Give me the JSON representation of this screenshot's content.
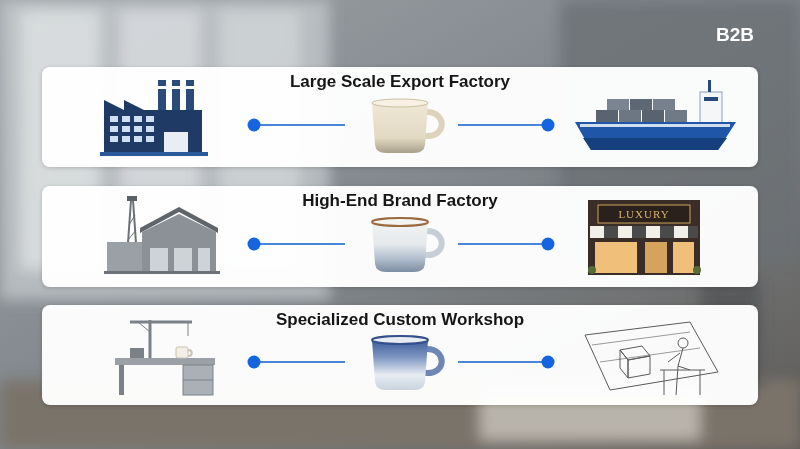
{
  "diagram": {
    "nodes": [
      {
        "text": [
          "Large Scale Export Factory"
        ]
      },
      {
        "text": [
          "High-End Brand Factory"
        ]
      },
      {
        "text": [
          "Specialized Custom Workshop"
        ]
      }
    ],
    "labels": [
      "B2B",
      "LUXURY"
    ]
  }
}
